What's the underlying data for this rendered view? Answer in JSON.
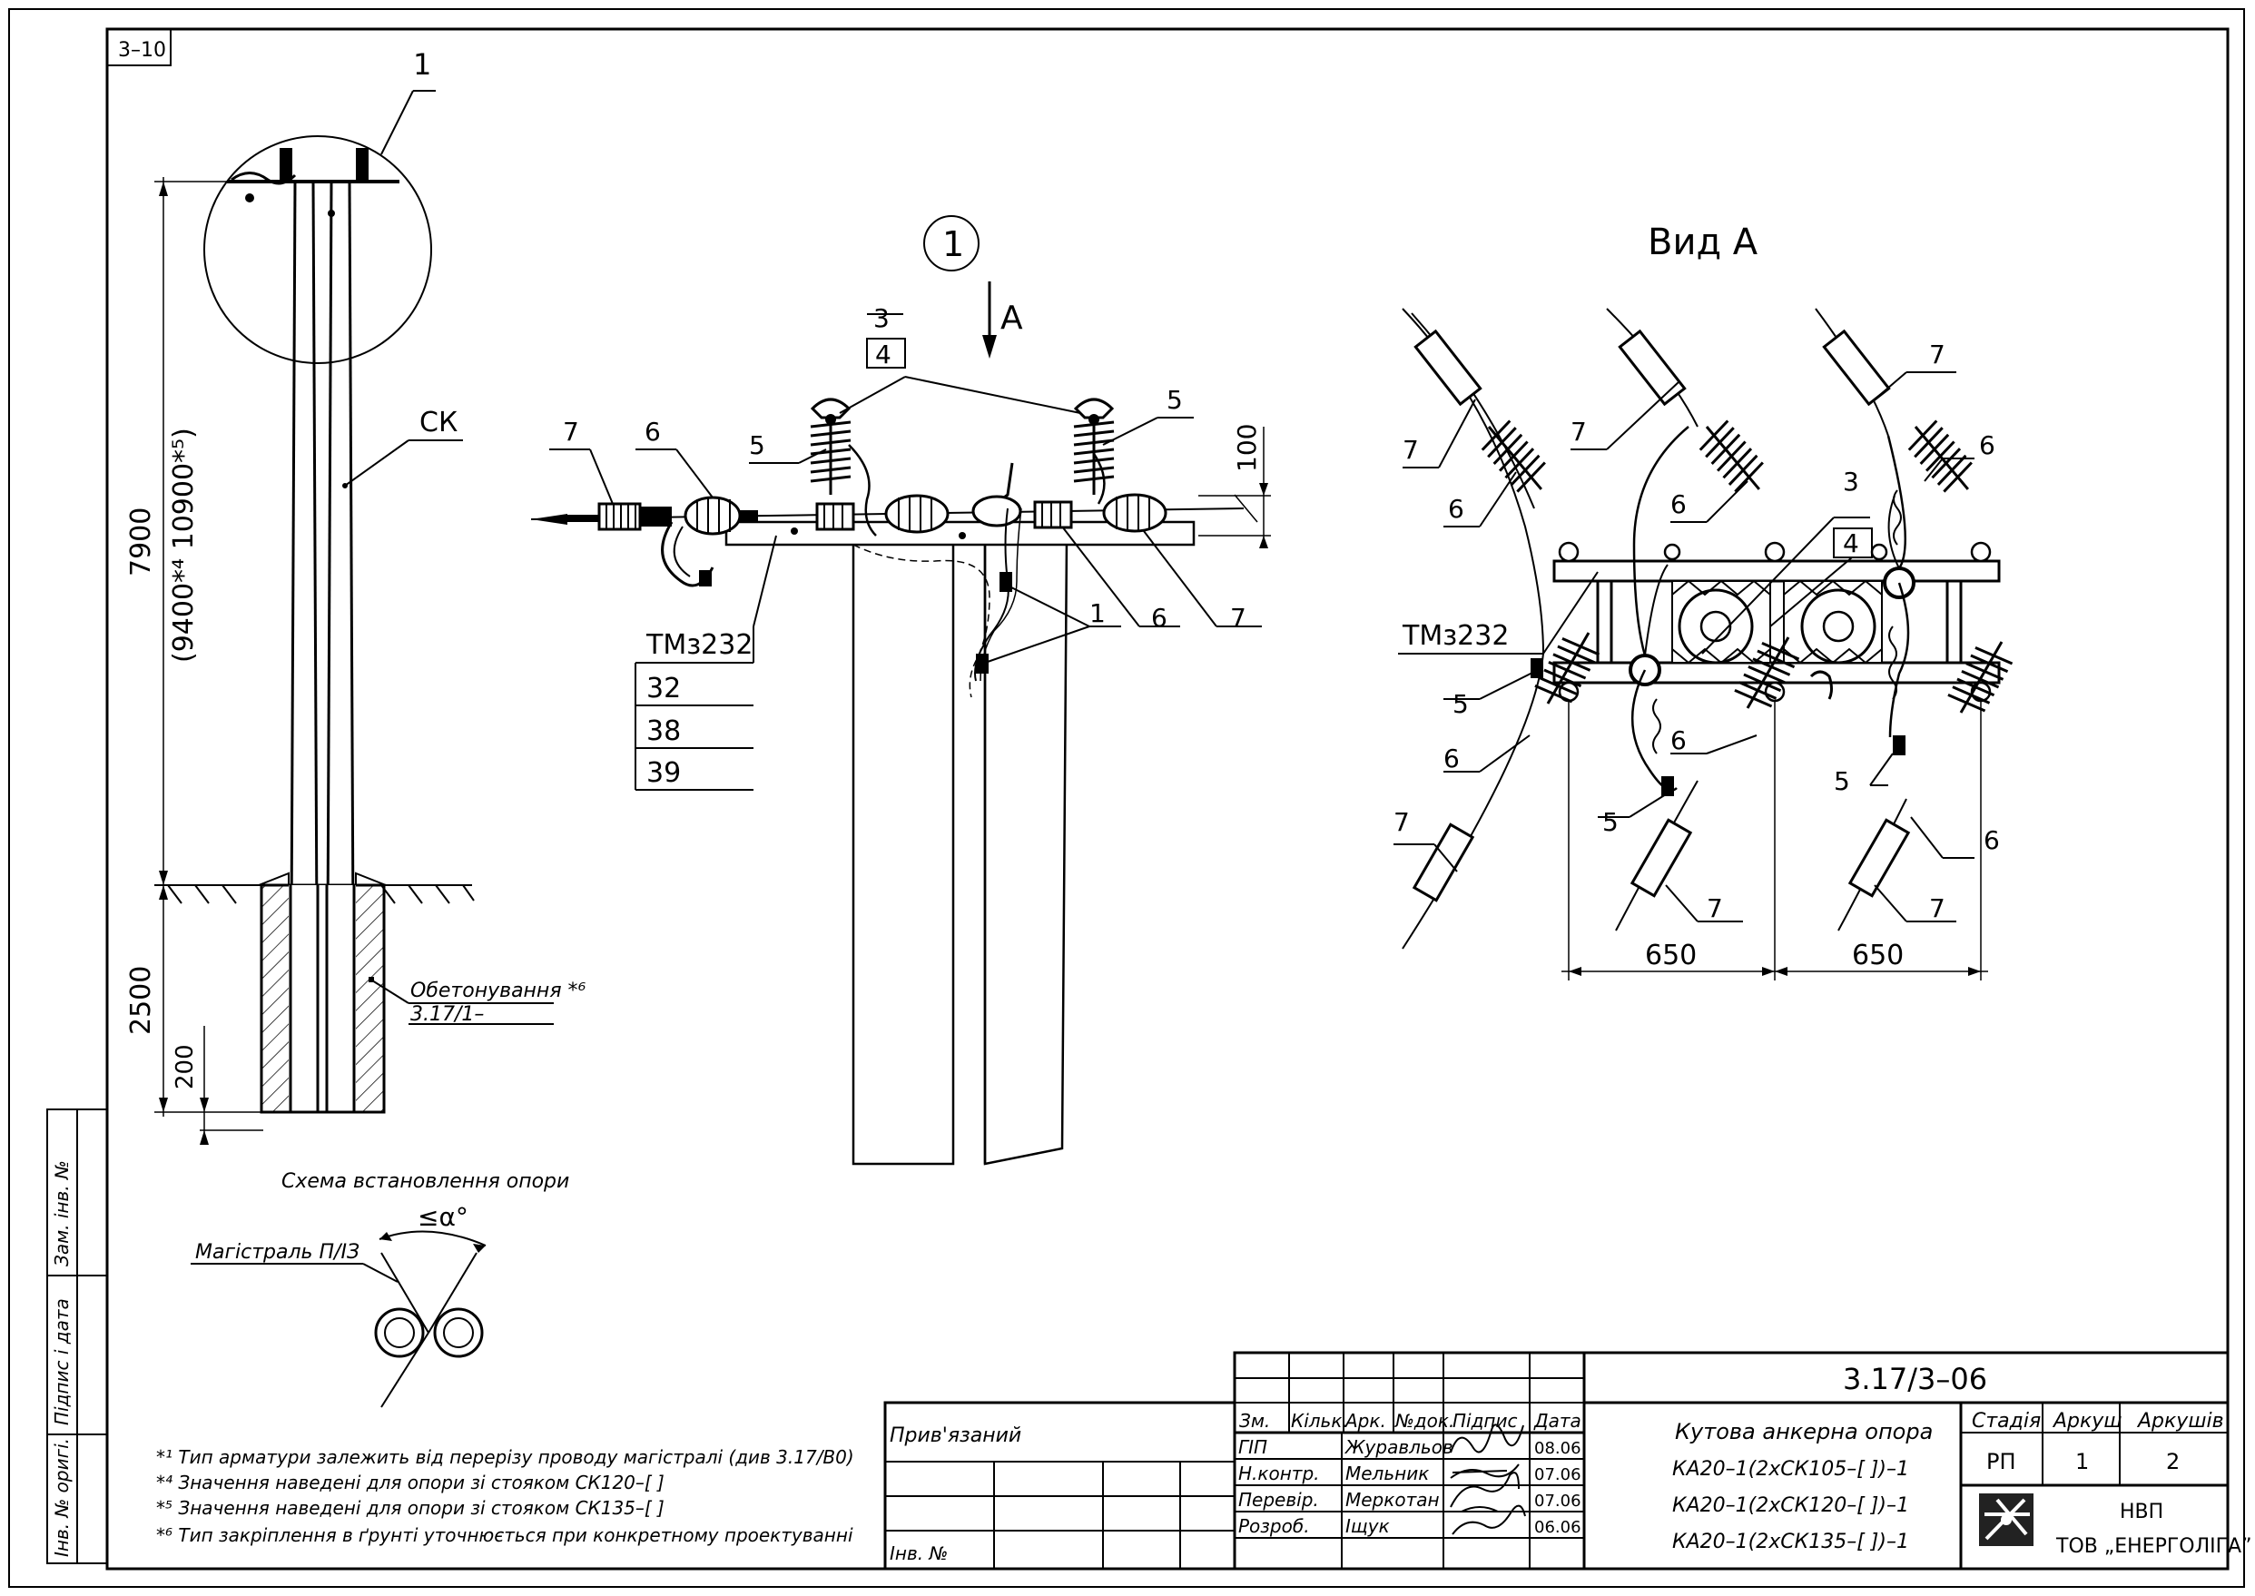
{
  "sheet": {
    "label": "3–10"
  },
  "pole_scheme": {
    "callout_circle_label": "1",
    "pole_label": "СК",
    "dim_height": "7900",
    "dim_alt": "(9400*⁴ 10900*⁵)",
    "dim_depth": "2500",
    "dim_base": "200",
    "concrete_label": "Обетонування *⁶",
    "concrete_ref": "3.17/1–",
    "caption": "Схема встановлення опори"
  },
  "detail_1": {
    "title": "1",
    "view_arrow_label": "A",
    "labels": {
      "n3": "3",
      "n4": "4",
      "n5_left": "5",
      "n5_right": "5",
      "n6_left": "6",
      "n6_right": "6",
      "n7_left": "7",
      "n7_right": "7",
      "n1": "1"
    },
    "dim_100": "100",
    "crossarm_label": "ТМз232",
    "crossarm_items": [
      "32",
      "38",
      "39"
    ]
  },
  "view_a": {
    "title": "Вид А",
    "crossarm_label": "ТМз232",
    "labels": {
      "n3": "3",
      "n4": "4",
      "n5_a": "5",
      "n5_b": "5",
      "n5_c": "5",
      "n6_a": "6",
      "n6_b": "6",
      "n6_c": "6",
      "n6_d": "6",
      "n6_e": "6",
      "n7_a": "7",
      "n7_b": "7",
      "n7_c": "7",
      "n7_d": "7",
      "n7_e": "7",
      "n7_f": "7"
    },
    "dim_left": "650",
    "dim_right": "650"
  },
  "angle_scheme": {
    "angle_label": "≤α°",
    "line_label": "Магістраль П/ІЗ"
  },
  "side_stamp": {
    "inv_replace": "Зам. інв. №",
    "sign_date": "Підпис і дата",
    "inv_orig": "Інв. № оригі."
  },
  "notes": [
    "*¹ Тип арматури залежить від перерізу проводу магістралі (див 3.17/В0)",
    "*⁴ Значення наведені для опори зі стояком СК120–[  ]",
    "*⁵ Значення наведені для опори зі стояком СК135–[  ]",
    "*⁶ Тип закріплення в ґрунті уточнюється при конкретному проектуванні"
  ],
  "binding": {
    "attached": "Прив'язаний",
    "inv_no": "Інв. №"
  },
  "title_block": {
    "doc_code": "3.17/3–06",
    "headers": [
      "Зм.",
      "Кільк.",
      "Арк.",
      "№док.",
      "Підпис",
      "Дата"
    ],
    "signers": [
      {
        "role": "ГІП",
        "name": "Журавльов",
        "date": "08.06"
      },
      {
        "role": "Н.контр.",
        "name": "Мельник",
        "date": "07.06"
      },
      {
        "role": "Перевір.",
        "name": "Меркотан",
        "date": "07.06"
      },
      {
        "role": "Розроб.",
        "name": "Іщук",
        "date": "06.06"
      }
    ],
    "doc_title": "Кутова анкерна опора",
    "variants": [
      "КА20–1(2хСК105–[  ])–1",
      "КА20–1(2хСК120–[  ])–1",
      "КА20–1(2хСК135–[  ])–1"
    ],
    "stage_header": "Стадія",
    "sheet_header": "Аркуш",
    "sheets_header": "Аркушів",
    "stage": "РП",
    "sheet": "1",
    "sheets": "2",
    "org_line1": "НВП",
    "org_line2": "ТОВ „ЕНЕРГОЛІГА”"
  }
}
